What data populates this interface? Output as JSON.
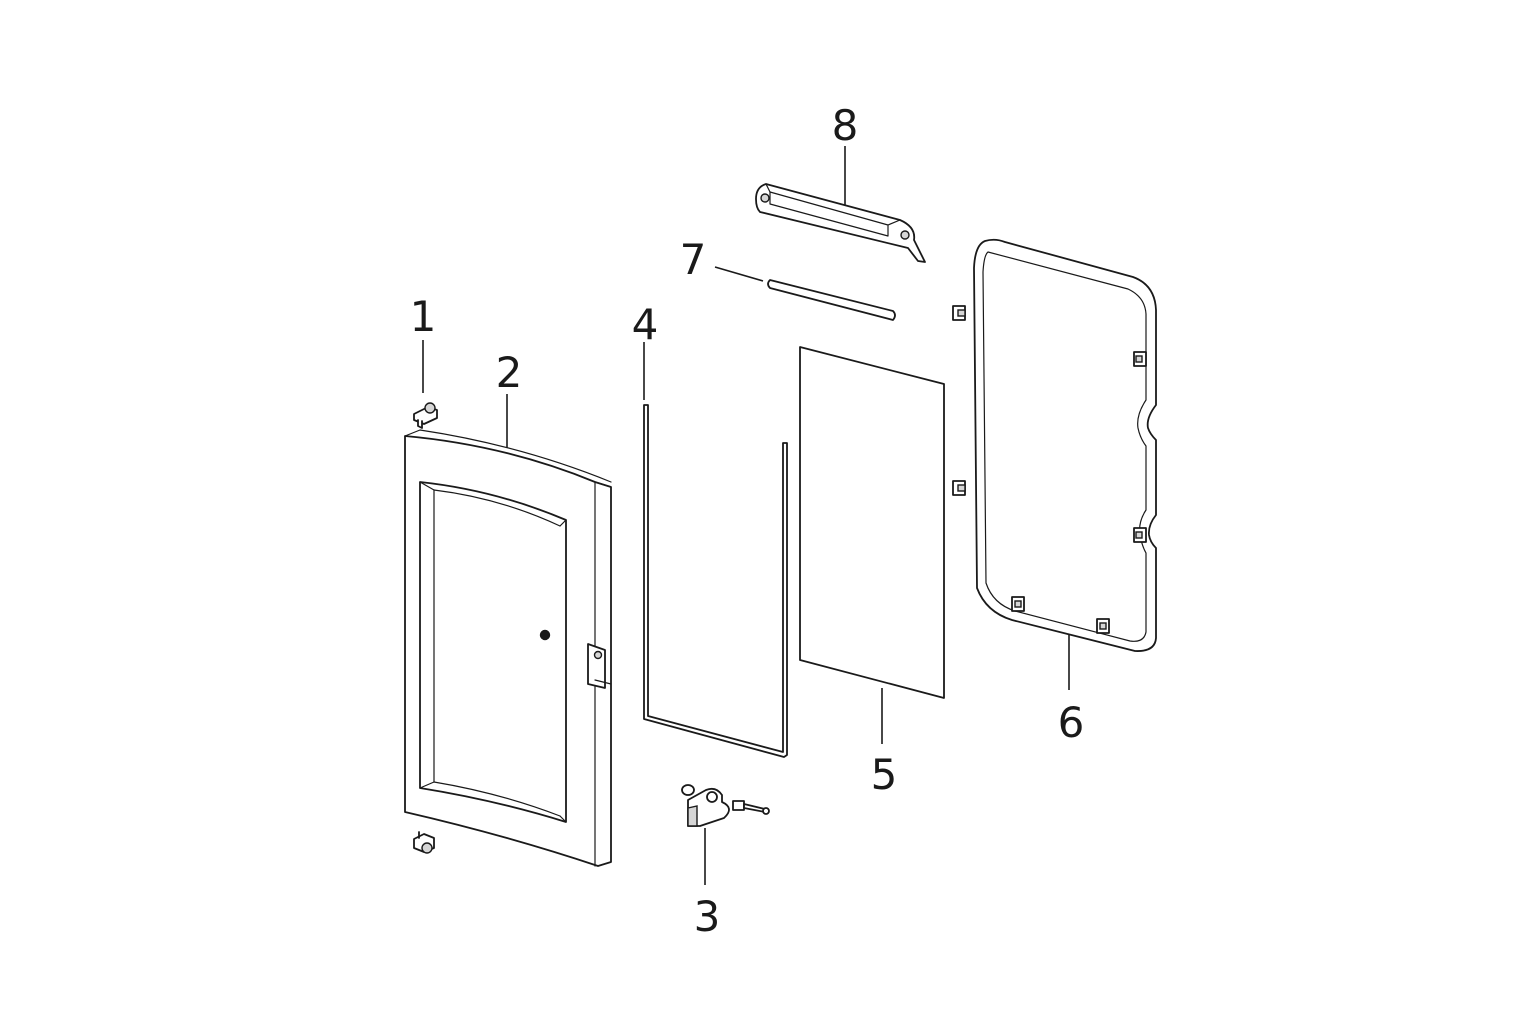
{
  "diagram": {
    "callouts": [
      {
        "id": "1",
        "label": "1"
      },
      {
        "id": "2",
        "label": "2"
      },
      {
        "id": "3",
        "label": "3"
      },
      {
        "id": "4",
        "label": "4"
      },
      {
        "id": "5",
        "label": "5"
      },
      {
        "id": "6",
        "label": "6"
      },
      {
        "id": "7",
        "label": "7"
      },
      {
        "id": "8",
        "label": "8"
      }
    ],
    "colors": {
      "line": "#1a1a1a",
      "background": "#ffffff"
    }
  }
}
